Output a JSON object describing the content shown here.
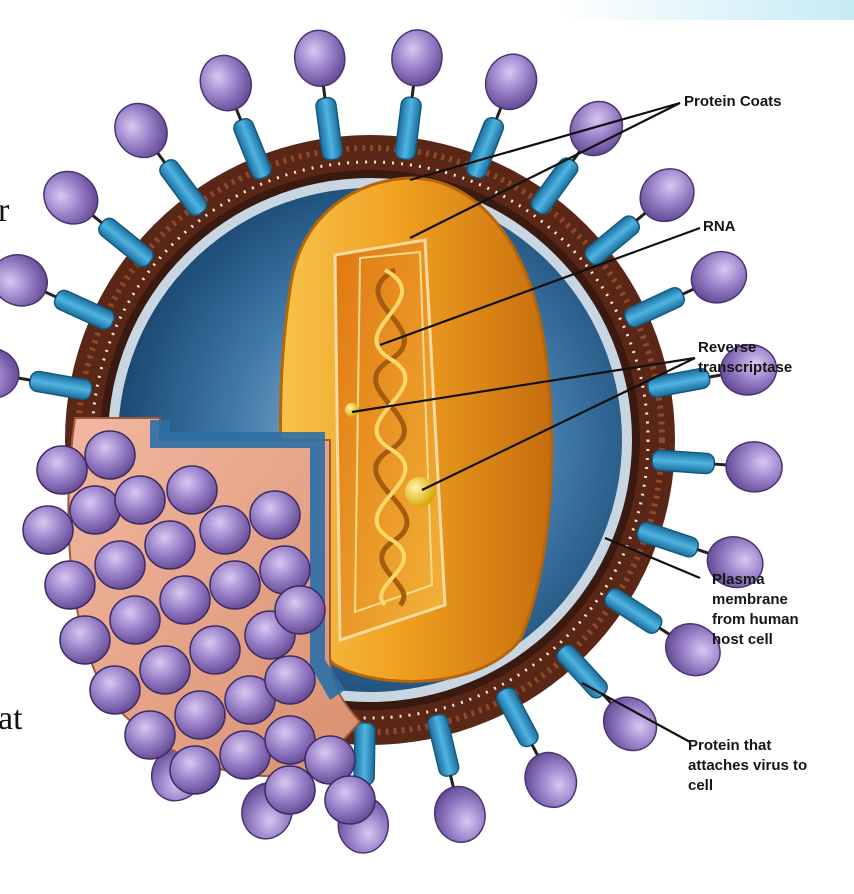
{
  "labels": {
    "protein_coats": "Protein Coats",
    "rna": "RNA",
    "reverse_transcriptase": "Reverse\ntranscriptase",
    "plasma_membrane": "Plasma\nmembrane\nfrom human\nhost cell",
    "attach_protein": "Protein that\nattaches virus to\ncell"
  },
  "edge_fragments": {
    "upper": "r",
    "lower": "at"
  },
  "colors": {
    "spike_head": "#8e74bf",
    "spike_stalk": "#2e95c8",
    "membrane": "#6b2f1c",
    "capsid_blue": "#1d5d8f",
    "core_orange": "#f0a020",
    "cut_face": "#e8a48a",
    "top_banner": "#c6ebf5"
  }
}
